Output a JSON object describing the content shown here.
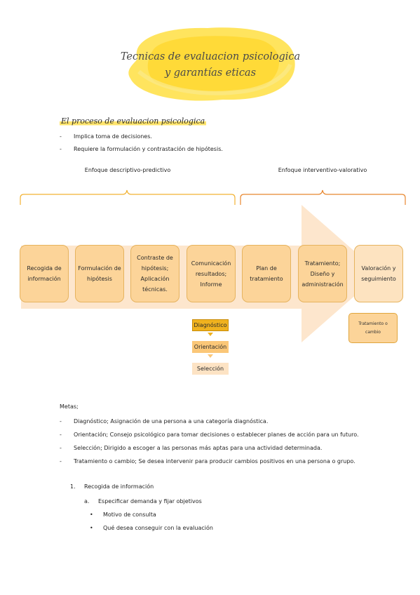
{
  "header": {
    "title_line1": "Tecnicas de evaluacion psicologica",
    "title_line2": "y garantías eticas"
  },
  "section": {
    "heading": "El proceso de evaluacion psicologica",
    "bullets": [
      "Implica toma de decisiones.",
      "Requiere la formulación y contrastación de hipótesis."
    ]
  },
  "approaches": {
    "left": "Enfoque descriptivo-predictivo",
    "right": "Enfoque interventivo-valorativo"
  },
  "steps": [
    "Recogida de información",
    "Formulación de hipótesis",
    "Contraste de hipótesis; Aplicación técnicas.",
    "Comunicación resultados; Informe",
    "Plan de tratamiento",
    "Tratamiento; Diseño y administración",
    "Valoración y seguimiento"
  ],
  "chips": [
    "Diagnóstico",
    "Orientación",
    "Selección"
  ],
  "side_box": "Tratamiento o cambio",
  "metas": {
    "label": "Metas;",
    "items": [
      "Diagnóstico; Asignación de una persona a una categoría diagnóstica.",
      "Orientación; Consejo psicológico para tomar decisiones o establecer planes de acción para un futuro.",
      "Selección; Dirigido a escoger a las personas más aptas para una actividad determinada.",
      "Tratamiento o cambio; Se desea intervenir para producir cambios positivos en una persona o grupo."
    ]
  },
  "outline": {
    "num": "1.",
    "item": "Recogida de información",
    "sub_letter": "a.",
    "sub_item": "Especificar demanda y fijar objetivos",
    "dots": [
      "Motivo de consulta",
      "Qué desea conseguir con la evaluación"
    ]
  },
  "colors": {
    "accent_yellow": "#ffe46b",
    "step_fill": "#fcd499",
    "arrow_fill": "#fde6cd",
    "brace_left": "#f2b233",
    "brace_right": "#e8872f"
  },
  "dash_glyph": "-",
  "dot_glyph": "•"
}
